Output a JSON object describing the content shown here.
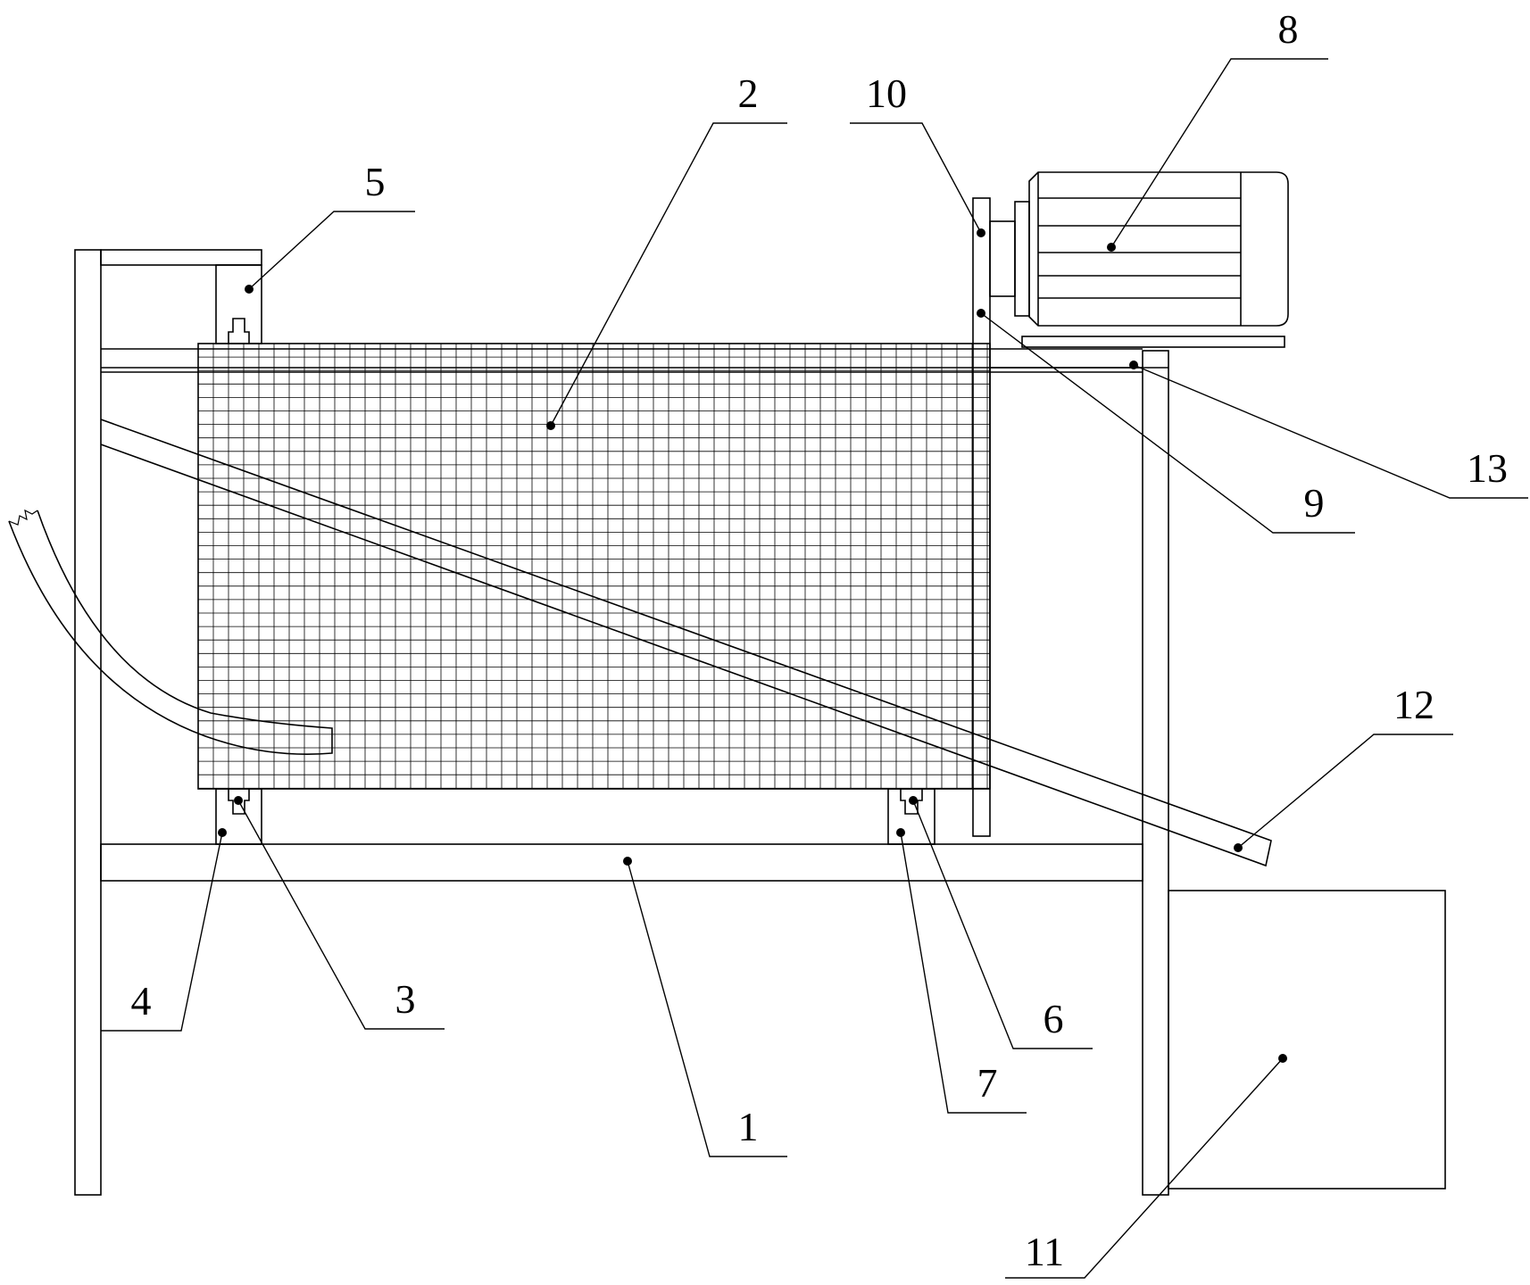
{
  "figure": {
    "callouts": [
      {
        "id": "label-1",
        "text": "1"
      },
      {
        "id": "label-2",
        "text": "2"
      },
      {
        "id": "label-3",
        "text": "3"
      },
      {
        "id": "label-4",
        "text": "4"
      },
      {
        "id": "label-5",
        "text": "5"
      },
      {
        "id": "label-6",
        "text": "6"
      },
      {
        "id": "label-7",
        "text": "7"
      },
      {
        "id": "label-8",
        "text": "8"
      },
      {
        "id": "label-9",
        "text": "9"
      },
      {
        "id": "label-10",
        "text": "10"
      },
      {
        "id": "label-11",
        "text": "11"
      },
      {
        "id": "label-12",
        "text": "12"
      },
      {
        "id": "label-13",
        "text": "13"
      }
    ]
  },
  "colors": {
    "line": "#000000",
    "background": "#ffffff"
  }
}
